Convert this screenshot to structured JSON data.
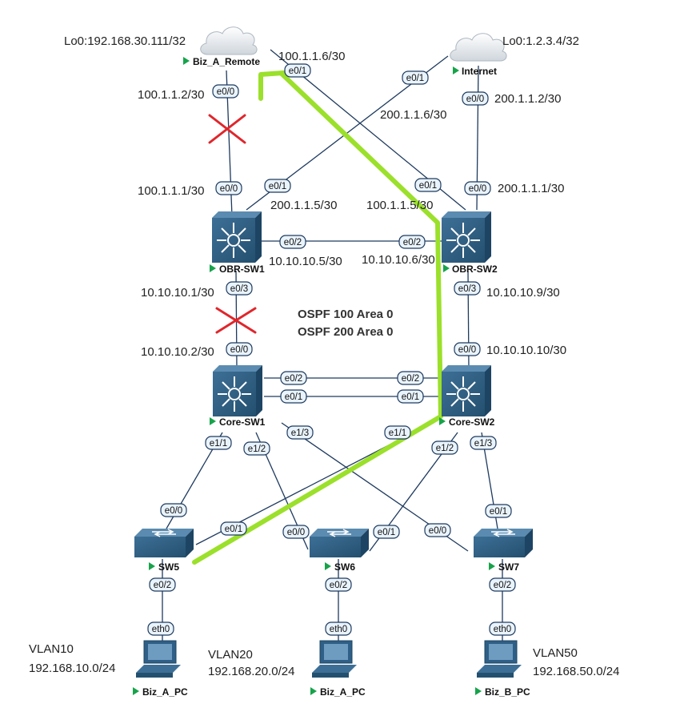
{
  "nodes": {
    "biz_a_remote": {
      "label": "Biz_A_Remote",
      "loopback": "Lo0:192.168.30.111/32"
    },
    "internet": {
      "label": "Internet",
      "loopback": "Lo0:1.2.3.4/32"
    },
    "obr_sw1": {
      "label": "OBR-SW1"
    },
    "obr_sw2": {
      "label": "OBR-SW2"
    },
    "core_sw1": {
      "label": "Core-SW1"
    },
    "core_sw2": {
      "label": "Core-SW2"
    },
    "sw5": {
      "label": "SW5"
    },
    "sw6": {
      "label": "SW6"
    },
    "sw7": {
      "label": "SW7"
    },
    "pc_a1": {
      "label": "Biz_A_PC"
    },
    "pc_a2": {
      "label": "Biz_A_PC"
    },
    "pc_b": {
      "label": "Biz_B_PC"
    }
  },
  "addresses": {
    "remote_e00": "100.1.1.2/30",
    "remote_e01": "100.1.1.6/30",
    "obr1_e00": "100.1.1.1/30",
    "obr1_e01": "200.1.1.5/30",
    "obr2_e01": "100.1.1.5/30",
    "inet_e01": "200.1.1.6/30",
    "inet_e00": "200.1.1.2/30",
    "obr2_e00": "200.1.1.1/30",
    "obr1_e02": "10.10.10.5/30",
    "obr2_e02": "10.10.10.6/30",
    "obr1_e03": "10.10.10.1/30",
    "core1_e00": "10.10.10.2/30",
    "obr2_e03": "10.10.10.9/30",
    "core2_e00": "10.10.10.10/30"
  },
  "ospf": {
    "line1": "OSPF 100  Area 0",
    "line2": "OSPF 200  Area 0"
  },
  "vlans": {
    "vlan10": {
      "name": "VLAN10",
      "subnet": "192.168.10.0/24"
    },
    "vlan20": {
      "name": "VLAN20",
      "subnet": "192.168.20.0/24"
    },
    "vlan50": {
      "name": "VLAN50",
      "subnet": "192.168.50.0/24"
    }
  },
  "ports": {
    "remote_e00": "e0/0",
    "remote_e01": "e0/1",
    "inet_e01": "e0/1",
    "inet_e00": "e0/0",
    "obr1_e00": "e0/0",
    "obr1_e01": "e0/1",
    "obr2_e01": "e0/1",
    "obr2_e00": "e0/0",
    "obr1_e02": "e0/2",
    "obr2_e02": "e0/2",
    "obr1_e03": "e0/3",
    "obr2_e03": "e0/3",
    "core1_e00": "e0/0",
    "core2_e00": "e0/0",
    "core1_e02": "e0/2",
    "core2_e02": "e0/2",
    "core1_e01": "e0/1",
    "core2_e01": "e0/1",
    "core1_e11": "e1/1",
    "core1_e12": "e1/2",
    "core1_e13": "e1/3",
    "core2_e11": "e1/1",
    "core2_e12": "e1/2",
    "core2_e13": "e1/3",
    "sw5_e00": "e0/0",
    "sw5_e01": "e0/1",
    "sw5_e02": "e0/2",
    "sw6_e00": "e0/0",
    "sw6_e01": "e0/1",
    "sw6_e02": "e0/2",
    "sw7_e00": "e0/0",
    "sw7_e01": "e0/1",
    "sw7_e02": "e0/2",
    "pc1_eth0": "eth0",
    "pc2_eth0": "eth0",
    "pc3_eth0": "eth0"
  },
  "colors": {
    "link": "#1e3a5f",
    "path_highlight": "#9be02a",
    "link_down_mark": "#e0262b",
    "node_fill": "#2f5f86",
    "status_arrow": "#17a34a"
  }
}
